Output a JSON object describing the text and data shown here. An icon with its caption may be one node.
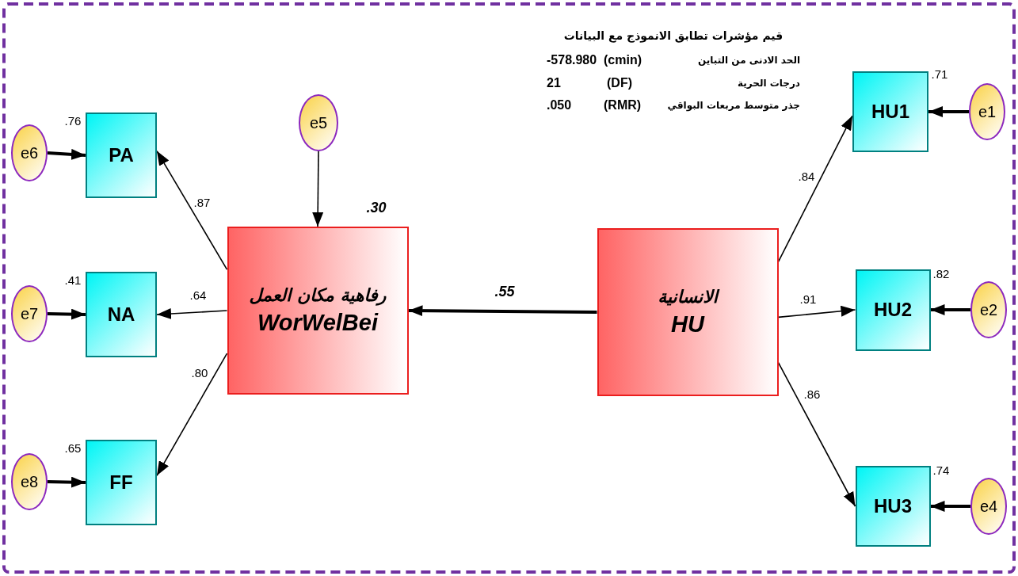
{
  "diagram": {
    "nodes": [
      {
        "text": [
          "e5"
        ]
      },
      {
        "text": [
          "e6"
        ]
      },
      {
        "text": [
          "PA"
        ],
        "beside": [
          ".76"
        ]
      },
      {
        "text": [
          "HU1"
        ],
        "beside": [
          ".71"
        ]
      },
      {
        "text": [
          "e1"
        ]
      },
      {
        "text": [
          "رفاهية مكان العمل",
          "WorWelBei"
        ],
        "beside": [
          ".30"
        ]
      },
      {
        "text": [
          "الانسانية",
          "HU"
        ]
      },
      {
        "text": [
          "e7"
        ]
      },
      {
        "text": [
          "NA"
        ],
        "beside": [
          ".41"
        ]
      },
      {
        "text": [
          "HU2"
        ],
        "beside": [
          ".82"
        ]
      },
      {
        "text": [
          "e2"
        ]
      },
      {
        "text": [
          "e8"
        ]
      },
      {
        "text": [
          "FF"
        ],
        "beside": [
          ".65"
        ]
      },
      {
        "text": [
          "HU3"
        ],
        "beside": [
          ".74"
        ]
      },
      {
        "text": [
          "e4"
        ]
      }
    ],
    "edges": [
      {
        "from": 1,
        "to": 2,
        "arrow": "to",
        "style": "thick"
      },
      {
        "from": 7,
        "to": 8,
        "arrow": "to",
        "style": "thick"
      },
      {
        "from": 11,
        "to": 12,
        "arrow": "to",
        "style": "thick"
      },
      {
        "from": 0,
        "to": 5,
        "arrow": "to"
      },
      {
        "from": 5,
        "to": 2,
        "arrow": "to",
        "label": ".87"
      },
      {
        "from": 5,
        "to": 8,
        "arrow": "to",
        "label": ".64"
      },
      {
        "from": 5,
        "to": 12,
        "arrow": "to",
        "label": ".80"
      },
      {
        "from": 6,
        "to": 5,
        "arrow": "to",
        "label": ".55",
        "style": "thick"
      },
      {
        "from": 6,
        "to": 3,
        "arrow": "to",
        "label": ".84"
      },
      {
        "from": 6,
        "to": 9,
        "arrow": "to",
        "label": ".91"
      },
      {
        "from": 6,
        "to": 13,
        "arrow": "to",
        "label": ".86"
      },
      {
        "from": 4,
        "to": 3,
        "arrow": "to",
        "style": "thick"
      },
      {
        "from": 10,
        "to": 9,
        "arrow": "to",
        "style": "thick"
      },
      {
        "from": 14,
        "to": 13,
        "arrow": "to",
        "style": "thick"
      }
    ],
    "labels": [
      "قيم مؤشرات تطابق الانموذج مع البيانات",
      "الحد الادنى من التباين",
      "(cmin)",
      "-578.980",
      "درجات الحرية",
      "(DF)",
      "21",
      "جذر متوسط مربعات البواقي",
      "(RMR)",
      ".050"
    ]
  }
}
